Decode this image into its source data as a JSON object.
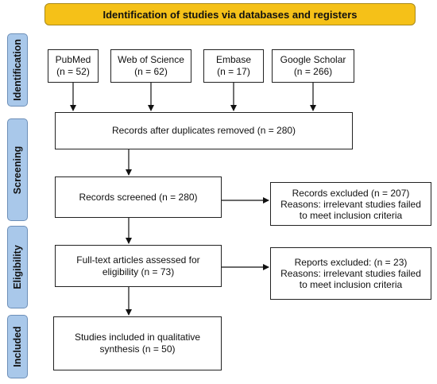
{
  "banner": "Identification of studies via databases and registers",
  "stages": {
    "identification": "Identification",
    "screening": "Screening",
    "eligibility": "Eligibility",
    "included": "Included"
  },
  "databases": [
    {
      "name": "PubMed",
      "count": "(n = 52)"
    },
    {
      "name": "Web of Science",
      "count": "(n = 62)"
    },
    {
      "name": "Embase",
      "count": "(n = 17)"
    },
    {
      "name": "Google Scholar",
      "count": "(n = 266)"
    }
  ],
  "after_duplicates": "Records after duplicates removed (n = 280)",
  "screened": "Records screened (n = 280)",
  "excluded": {
    "line1": "Records excluded (n = 207)",
    "line2": "Reasons: irrelevant studies failed",
    "line3": "to meet inclusion criteria"
  },
  "fulltext": {
    "line1": "Full-text articles assessed for",
    "line2": "eligibility (n = 73)"
  },
  "reports_excluded": {
    "line1": "Reports excluded: (n = 23)",
    "line2": "Reasons: irrelevant studies failed",
    "line3": "to meet inclusion criteria"
  },
  "included": {
    "line1": "Studies included in qualitative",
    "line2": "synthesis (n = 50)"
  },
  "colors": {
    "banner": "#f5c118",
    "stage": "#a9c8ea"
  }
}
